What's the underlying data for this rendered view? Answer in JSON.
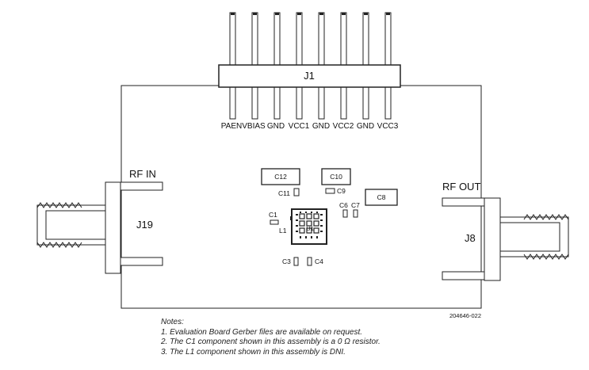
{
  "connector_j1": {
    "label": "J1",
    "pins": [
      "PAEN",
      "VBIAS",
      "GND",
      "VCC1",
      "GND",
      "VCC2",
      "GND",
      "VCC3"
    ]
  },
  "rf_in": {
    "port_label": "RF IN",
    "connector_label": "J19"
  },
  "rf_out": {
    "port_label": "RF OUT",
    "connector_label": "J8"
  },
  "components": {
    "c12": "C12",
    "c10": "C10",
    "c11": "C11",
    "c9": "C9",
    "c8": "C8",
    "c6": "C6",
    "c7": "C7",
    "c1": "C1",
    "l1": "L1",
    "u1": "U1",
    "c3": "C3",
    "c4": "C4"
  },
  "figure_id": "204646-022",
  "notes": {
    "heading": "Notes:",
    "items": [
      "1.  Evaluation Board Gerber files are available on request.",
      "2.  The C1 component shown in this assembly is a 0 Ω resistor.",
      "3.  The  L1 component shown in this assembly is DNI."
    ]
  }
}
